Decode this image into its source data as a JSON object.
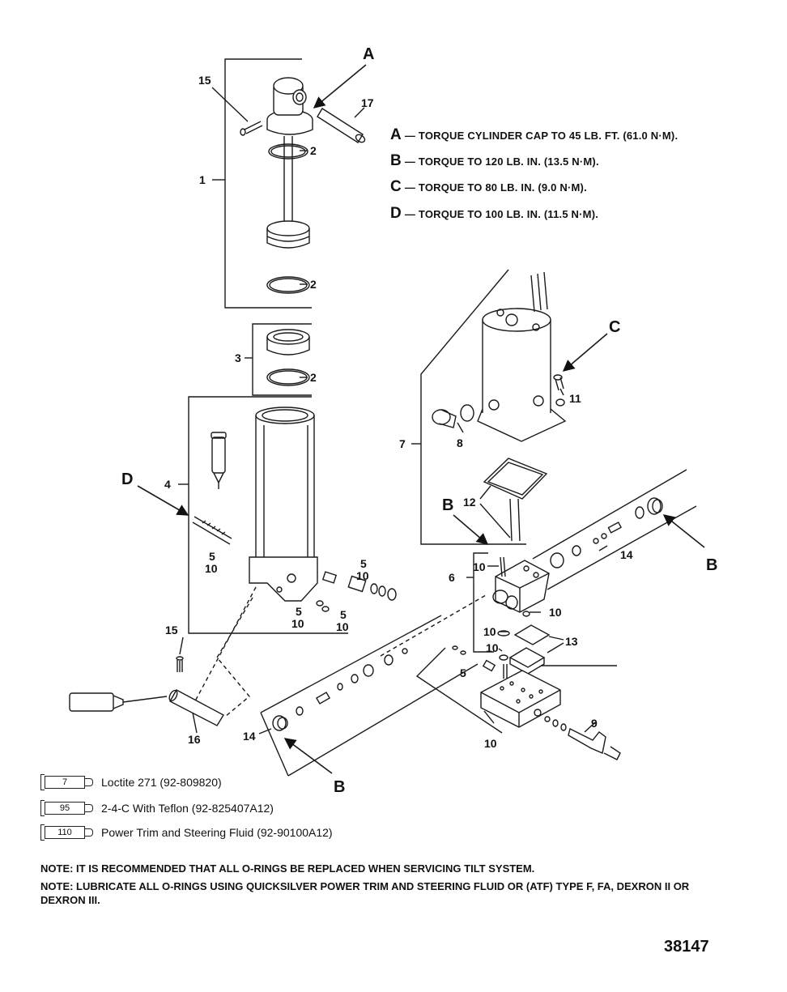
{
  "torque_specs": [
    {
      "key": "A",
      "text": "— TORQUE CYLINDER CAP TO 45 LB. FT. (61.0 N·M)."
    },
    {
      "key": "B",
      "text": "— TORQUE TO 120 LB. IN. (13.5 N·M)."
    },
    {
      "key": "C",
      "text": "— TORQUE TO 80 LB. IN. (9.0 N·M)."
    },
    {
      "key": "D",
      "text": "— TORQUE TO 100 LB. IN. (11.5 N·M)."
    }
  ],
  "callouts": {
    "A": "A",
    "B": "B",
    "C": "C",
    "D": "D"
  },
  "part_labels": {
    "p1": "1",
    "p2": "2",
    "p3": "3",
    "p4": "4",
    "p5": "5",
    "p6": "6",
    "p7": "7",
    "p8": "8",
    "p9": "9",
    "p10": "10",
    "p11": "11",
    "p12": "12",
    "p13": "13",
    "p14": "14",
    "p15": "15",
    "p16": "16",
    "p17": "17"
  },
  "legend": [
    {
      "code": "7",
      "text": "Loctite 271 (92-809820)"
    },
    {
      "code": "95",
      "text": "2-4-C  With Teflon (92-825407A12)"
    },
    {
      "code": "110",
      "text": "Power Trim  and Steering Fluid (92-90100A12)"
    }
  ],
  "notes": [
    "NOTE: IT IS RECOMMENDED THAT ALL O-RINGS BE REPLACED WHEN SERVICING TILT SYSTEM.",
    "NOTE: LUBRICATE ALL O-RINGS USING QUICKSILVER POWER TRIM AND STEERING FLUID OR (ATF) TYPE F, FA, DEXRON II OR DEXRON III."
  ],
  "figure_number": "38147"
}
